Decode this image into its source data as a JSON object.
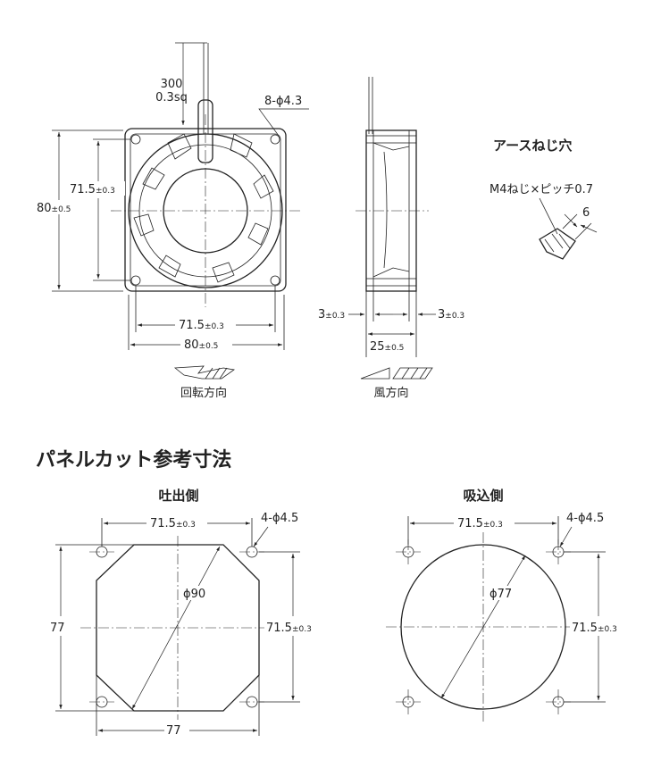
{
  "fan_top": {
    "lead_length": "300",
    "lead_gauge": "0.3sq",
    "holes_label": "8-ϕ4.3",
    "dim_80_side": "80",
    "tol_05": "±0.5",
    "dim_715_side": "71.5",
    "tol_03": "±0.3",
    "dim_715_bottom": "71.5",
    "dim_80_bottom": "80",
    "rotation_label": "回転方向"
  },
  "fan_side": {
    "dim_3_left": "3",
    "dim_3_right": "3",
    "dim_25": "25",
    "airflow_label": "風方向"
  },
  "earth_screw": {
    "title": "アースねじ穴",
    "spec": "M4ねじ×ピッチ0.7",
    "depth": "6"
  },
  "panel_cut": {
    "heading": "パネルカット参考寸法",
    "outlet": {
      "title": "吐出側",
      "dim_top": "71.5",
      "holes": "4-ϕ4.5",
      "dia": "ϕ90",
      "dim_left": "77",
      "dim_right": "71.5",
      "dim_bottom": "77"
    },
    "inlet": {
      "title": "吸込側",
      "dim_top": "71.5",
      "holes": "4-ϕ4.5",
      "dia": "ϕ77",
      "dim_right": "71.5"
    }
  }
}
